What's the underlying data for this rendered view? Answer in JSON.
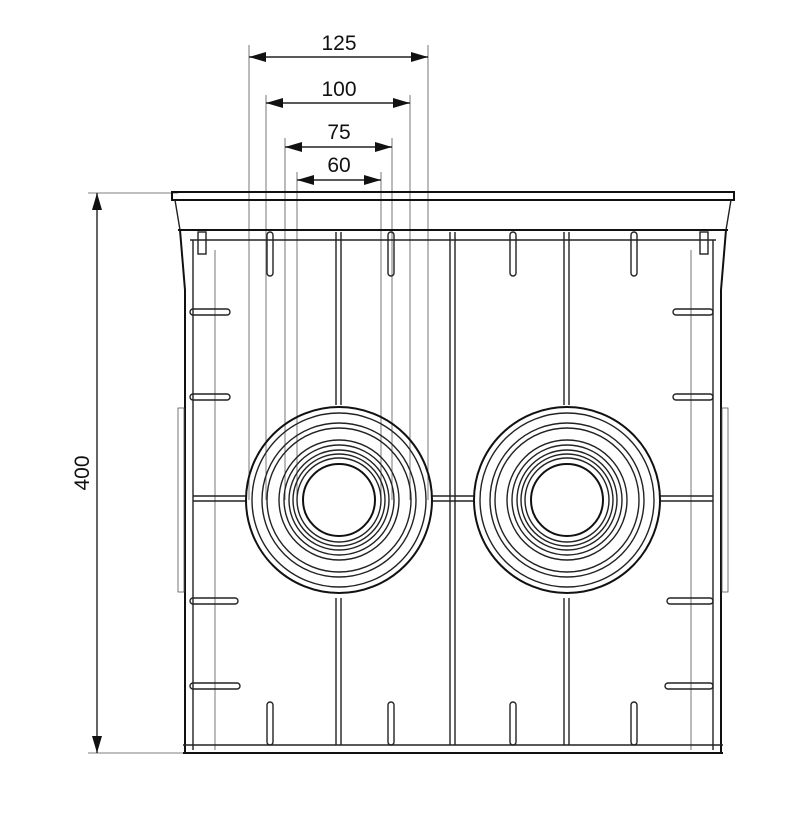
{
  "drawing": {
    "colors": {
      "line": "#111111",
      "background": "#ffffff"
    },
    "dimensions": {
      "d125": "125",
      "d100": "100",
      "d75": "75",
      "d60": "60",
      "height": "400"
    }
  }
}
